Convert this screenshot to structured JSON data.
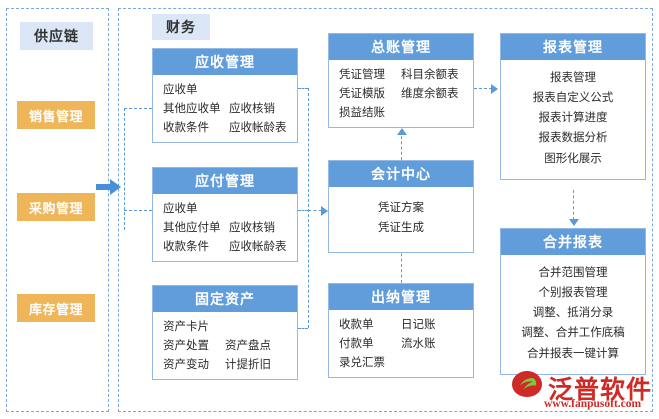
{
  "groups": {
    "supply": {
      "title": "供应链"
    },
    "finance": {
      "title": "财务"
    }
  },
  "sidebar": {
    "items": [
      {
        "label": "销售管理"
      },
      {
        "label": "采购管理"
      },
      {
        "label": "库存管理"
      }
    ]
  },
  "cards": {
    "ar": {
      "title": "应收管理",
      "rows": [
        {
          "c1": "应收单",
          "c2": ""
        },
        {
          "c1": "其他应收单",
          "c2": "应收核销"
        },
        {
          "c1": "收款条件",
          "c2": "应收帐龄表"
        }
      ]
    },
    "ap": {
      "title": "应付管理",
      "rows": [
        {
          "c1": "应收单",
          "c2": ""
        },
        {
          "c1": "其他应付单",
          "c2": "应收核销"
        },
        {
          "c1": "收款条件",
          "c2": "应收帐龄表"
        }
      ]
    },
    "fa": {
      "title": "固定资产",
      "rows": [
        {
          "c1": "资产卡片",
          "c2": ""
        },
        {
          "c1": "资产处置",
          "c2": "资产盘点"
        },
        {
          "c1": "资产变动",
          "c2": "计提折旧"
        }
      ]
    },
    "gl": {
      "title": "总账管理",
      "rows": [
        {
          "c1": "凭证管理",
          "c2": "科目余额表"
        },
        {
          "c1": "凭证模版",
          "c2": "维度余额表"
        },
        {
          "c1": "损益结账",
          "c2": ""
        }
      ]
    },
    "accounting": {
      "title": "会计中心",
      "lines": [
        "凭证方案",
        "凭证生成"
      ]
    },
    "cashier": {
      "title": "出纳管理",
      "rows": [
        {
          "c1": "收款单",
          "c2": "日记账"
        },
        {
          "c1": "付款单",
          "c2": "流水账"
        },
        {
          "c1": "录兑汇票",
          "c2": ""
        }
      ]
    },
    "report": {
      "title": "报表管理",
      "lines": [
        "报表管理",
        "报表自定义公式",
        "报表计算进度",
        "报表数据分析",
        "图形化展示"
      ]
    },
    "consolidated": {
      "title": "合并报表",
      "lines": [
        "合并范围管理",
        "个别报表管理",
        "调整、抵消分录",
        "调整、合并工作底稿",
        "合并报表一键计算"
      ]
    }
  },
  "logo": {
    "name": "泛普软件",
    "url": "www.fanpusoft.com"
  },
  "colors": {
    "card_header": "#629ddb",
    "card_border": "#93b9e4",
    "group_title_bg": "#dbe7f6",
    "module_orange": "#eeb559",
    "connector": "#5b9bd5",
    "logo_red": "#cf2a25"
  }
}
